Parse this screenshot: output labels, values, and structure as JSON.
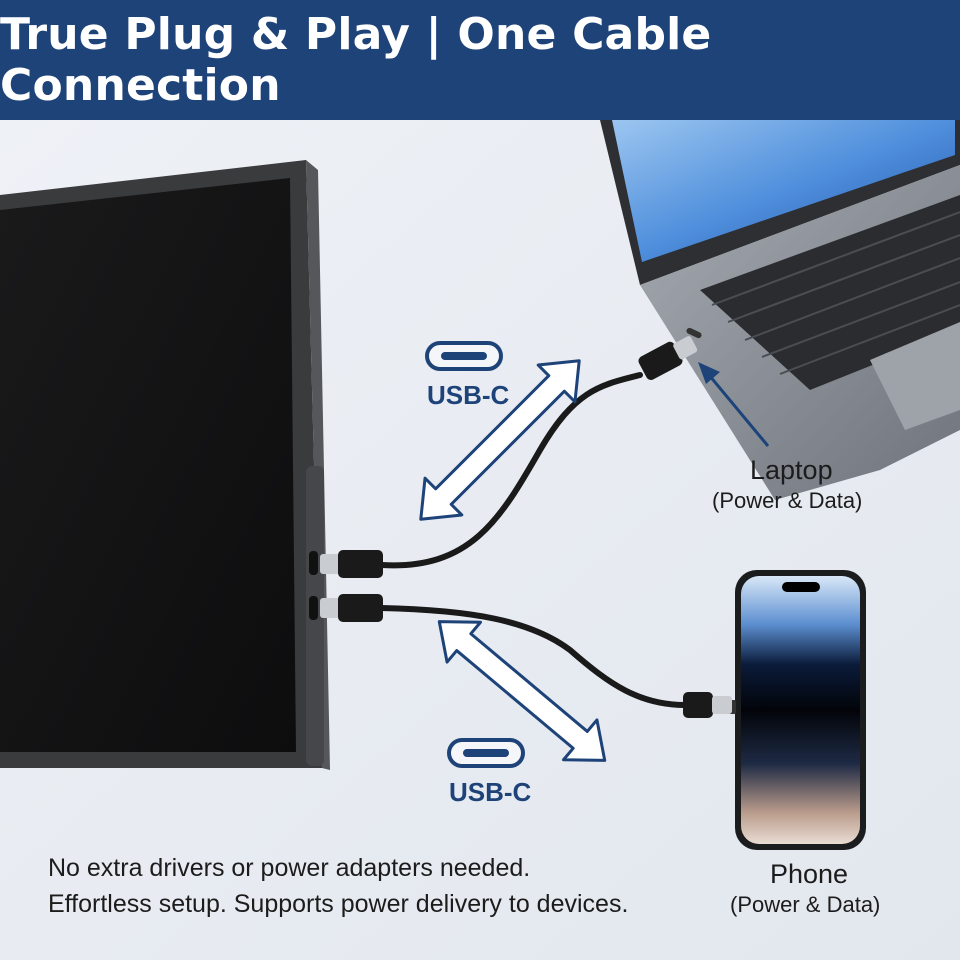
{
  "header": {
    "title": "True Plug & Play | One Cable Connection"
  },
  "ports": {
    "top_label": "USB-C",
    "bottom_label": "USB-C"
  },
  "devices": {
    "laptop": {
      "name": "Laptop",
      "role": "(Power & Data)"
    },
    "phone": {
      "name": "Phone",
      "role": "(Power & Data)"
    }
  },
  "caption": {
    "line1": "No extra drivers or power adapters needed.",
    "line2": "Effortless setup. Supports power delivery to devices."
  },
  "colors": {
    "brand": "#1d4379",
    "background": "#e9edf3",
    "cable": "#1a1a1a"
  }
}
